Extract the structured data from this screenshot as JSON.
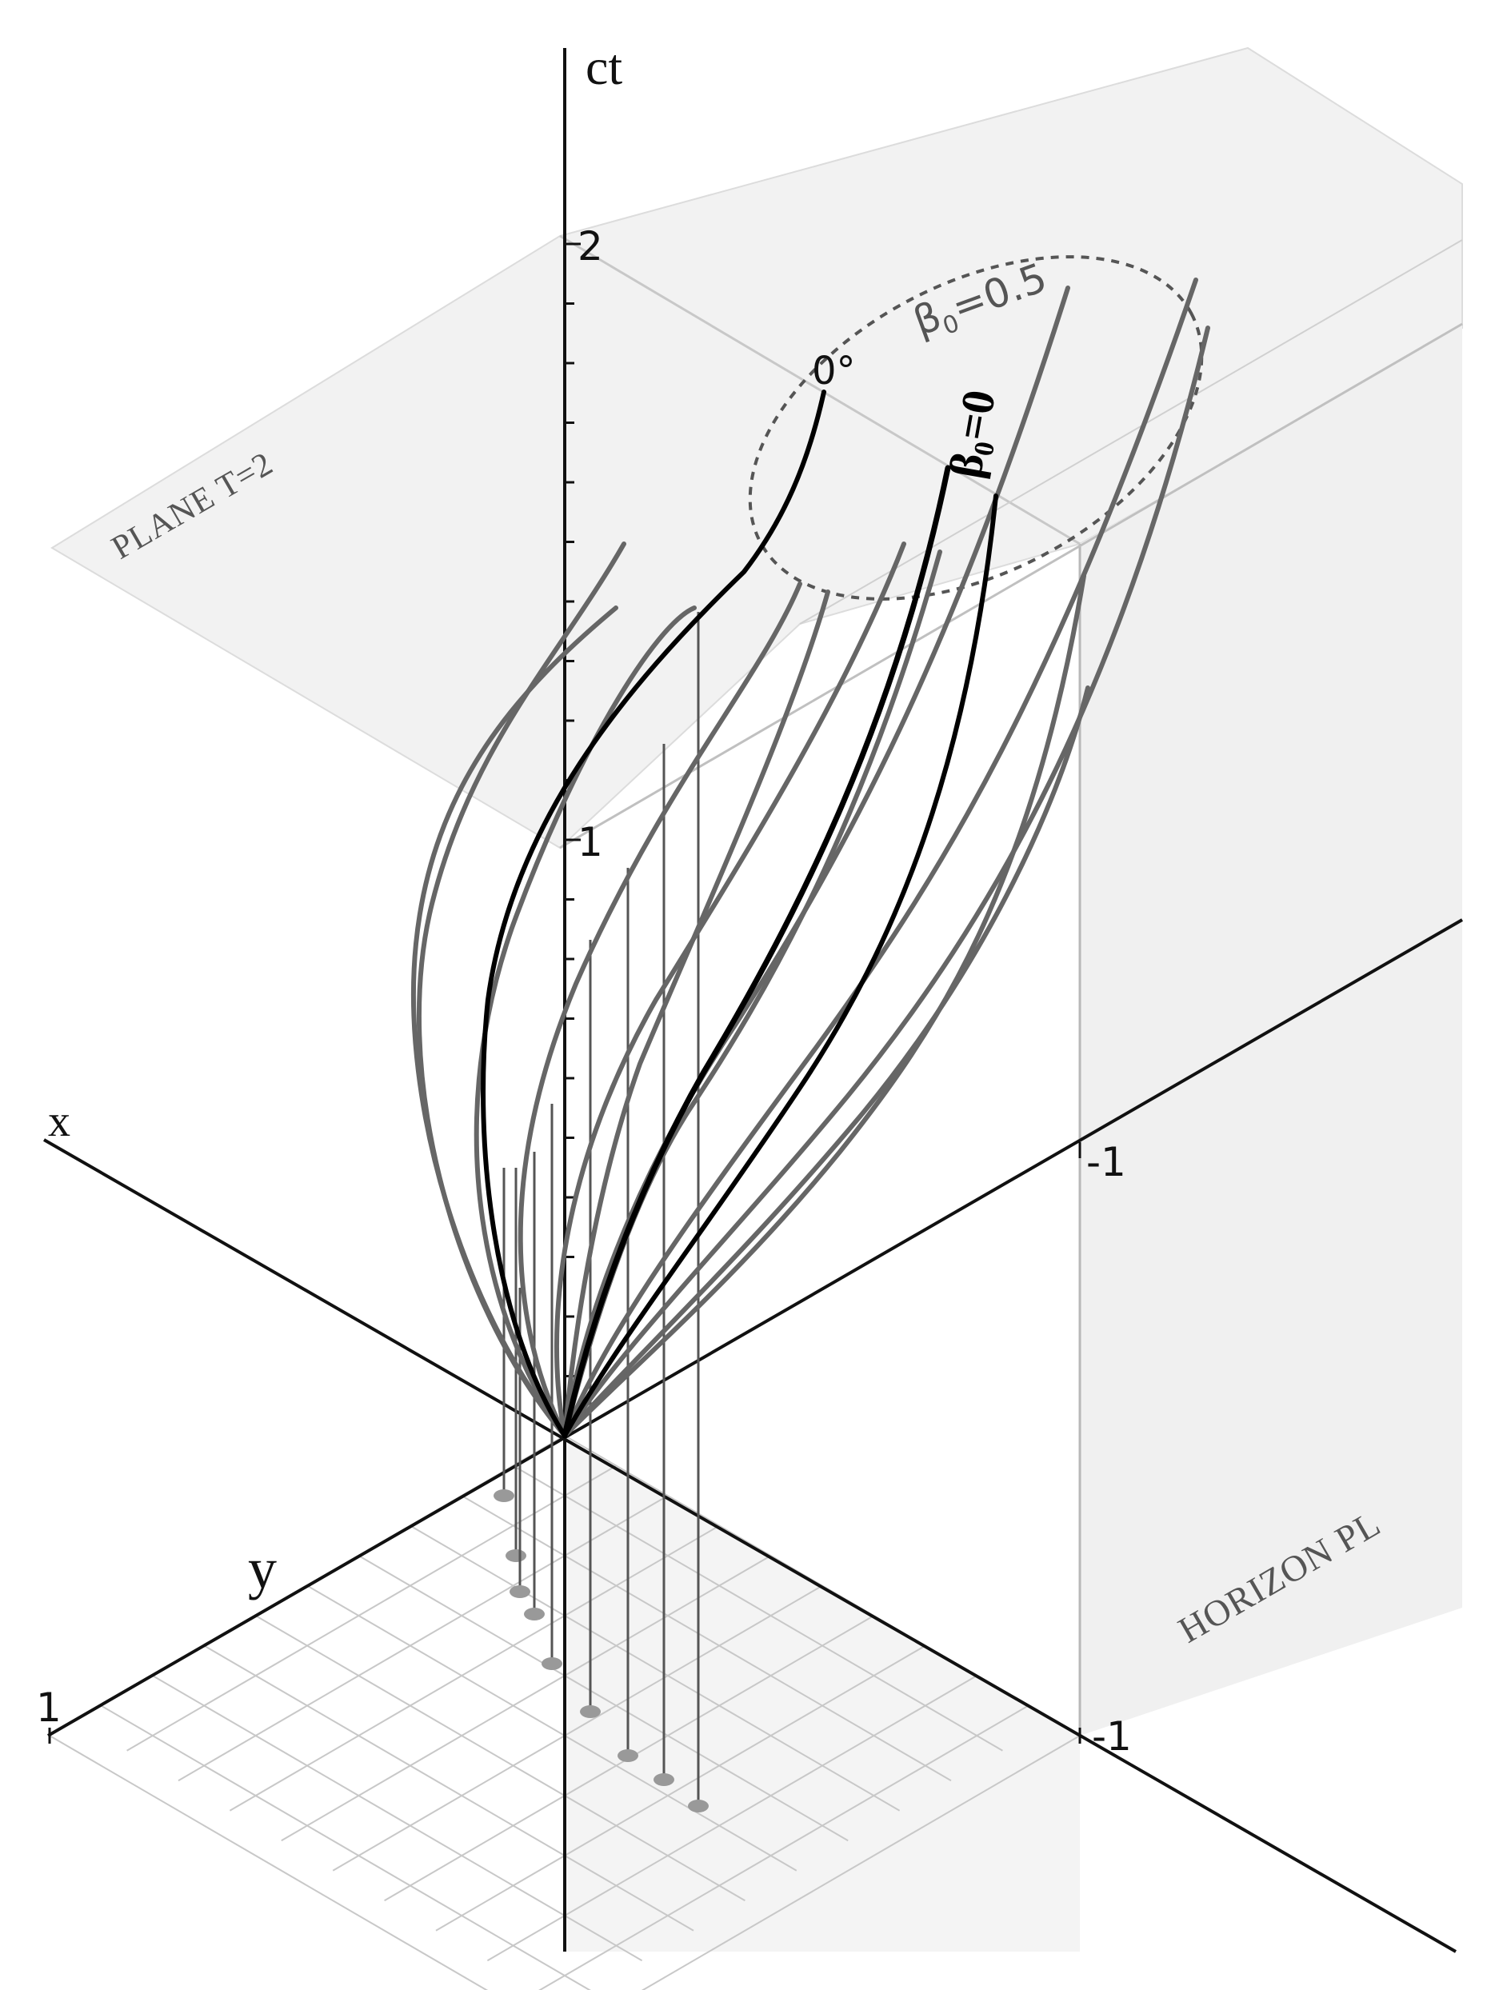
{
  "axes": {
    "ct_label": "ct",
    "x_label": "x",
    "y_label": "y",
    "ct_ticks": [
      "2",
      "1"
    ],
    "x_tick": "-1",
    "y_tick_left": "1",
    "y_tick_right": "-1"
  },
  "planes": {
    "top_label": "PLANE T=2",
    "horizon_label": "HORIZON PL"
  },
  "labels": {
    "beta_half_symbol": "β",
    "beta_half_sub": "0",
    "beta_half_value": "=0.5",
    "angle_zero": "0°",
    "beta_zero_symbol": "β",
    "beta_zero_sub": "0",
    "beta_zero_value": "=0"
  },
  "colors": {
    "highlight_curve": "#000000",
    "gray_curve": "#666666",
    "plane_fill": "#efefef",
    "grid": "#c8c8c8"
  }
}
